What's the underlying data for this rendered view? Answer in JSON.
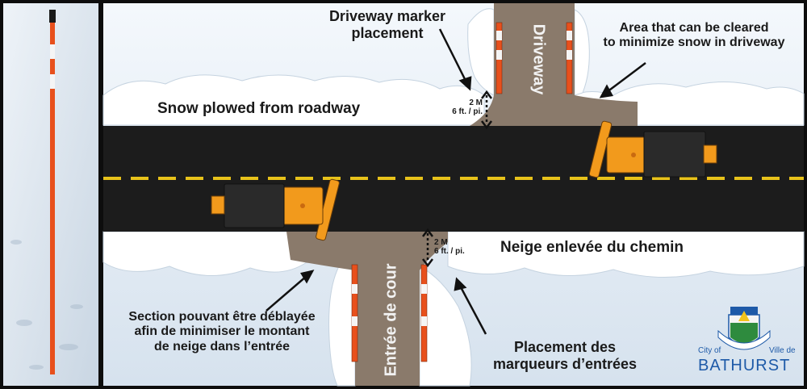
{
  "labels": {
    "driveway_marker_placement": "Driveway marker\nplacement",
    "area_cleared": "Area that can be cleared\nto minimize snow in driveway",
    "snow_plowed": "Snow plowed from roadway",
    "driveway": "Driveway",
    "distance_top_line1": "2 M",
    "distance_top_line2": "6 ft. / pi.",
    "distance_bottom_line1": "2 M",
    "distance_bottom_line2": "6 ft. / pi.",
    "neige_enlevee": "Neige enlevée du chemin",
    "entree_de_cour": "Entrée de cour",
    "section_deblayee": "Section pouvant être déblayée\nafin de minimiser le montant\nde neige dans l’entrée",
    "placement_marqueurs": "Placement des\nmarqueurs d’entrées"
  },
  "logo": {
    "city_of": "City of",
    "ville_de": "Ville de",
    "name": "BATHURST"
  },
  "colors": {
    "road": "#1c1c1c",
    "lane_line": "#e8c21a",
    "driveway": "#8a7a6b",
    "marker_orange": "#e8501c",
    "truck_orange": "#f29a1c",
    "truck_body": "#2a2a2a",
    "logo_blue": "#1e5aa8"
  }
}
